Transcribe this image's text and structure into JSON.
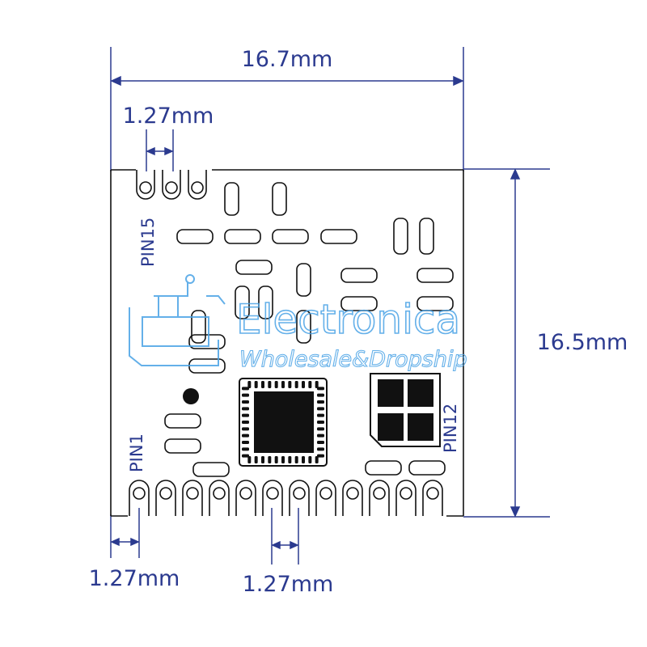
{
  "diagram": {
    "width_label": "16.7mm",
    "height_label": "16.5mm",
    "pitch_top_label": "1.27mm",
    "pitch_bottom_left_label": "1.27mm",
    "pitch_bottom_mid_label": "1.27mm",
    "pin_labels": {
      "pin15": "PIN15",
      "pin1": "PIN1",
      "pin12": "PIN12"
    },
    "bottom_pin_count": 12,
    "top_pin_count": 3
  },
  "watermark": {
    "brand": "Electronica",
    "tagline": "Wholesale&Dropship"
  },
  "colors": {
    "dimension": "#2b3a8f",
    "outline": "#111111",
    "watermark": "#4aa3e6"
  }
}
